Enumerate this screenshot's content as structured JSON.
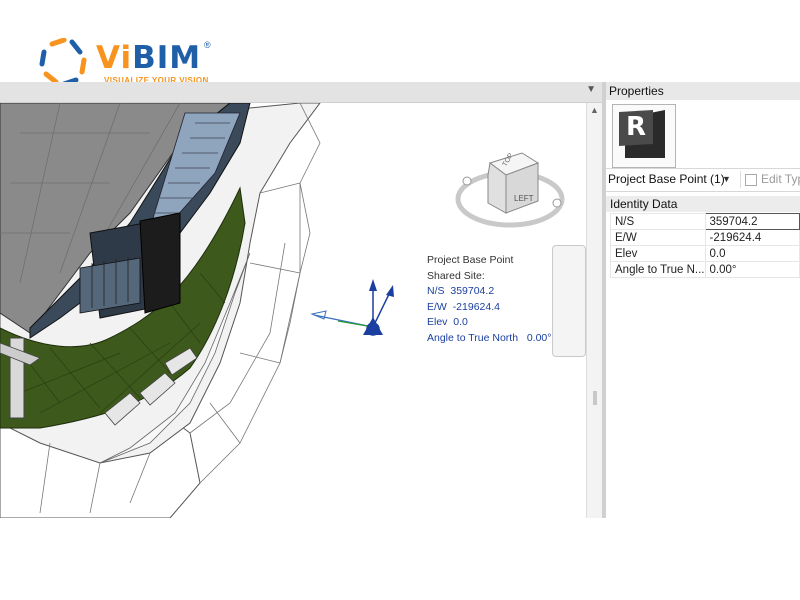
{
  "logo": {
    "word_part1": "Vi",
    "word_part2": "BIM",
    "registered": "®",
    "tagline": "VISUALIZE YOUR VISION",
    "colors": {
      "orange": "#f7931e",
      "blue": "#1f5fa8"
    }
  },
  "view": {
    "topbar_button_icon": "dropdown-arrow-icon",
    "scroll_up_icon": "chevron-up-icon",
    "viewcube": {
      "face_label": "LEFT",
      "top_label": "TOP"
    }
  },
  "base_point_info": {
    "title": "Project Base Point",
    "shared_site": "Shared Site:",
    "ns_label": "N/S",
    "ns_value": "359704.2",
    "ew_label": "E/W",
    "ew_value": "-219624.4",
    "elev_label": "Elev",
    "elev_value": "0.0",
    "angle_label": "Angle to True North",
    "angle_value": "0.00°"
  },
  "properties": {
    "title": "Properties",
    "type_icon_letter": "R",
    "type_selector": "Project Base Point (1)",
    "edit_type": "Edit Type",
    "group": "Identity Data",
    "rows": [
      {
        "name": "N/S",
        "value": "359704.2"
      },
      {
        "name": "E/W",
        "value": "-219624.4"
      },
      {
        "name": "Elev",
        "value": "0.0"
      },
      {
        "name": "Angle to True N...",
        "value": "0.00°"
      }
    ]
  }
}
